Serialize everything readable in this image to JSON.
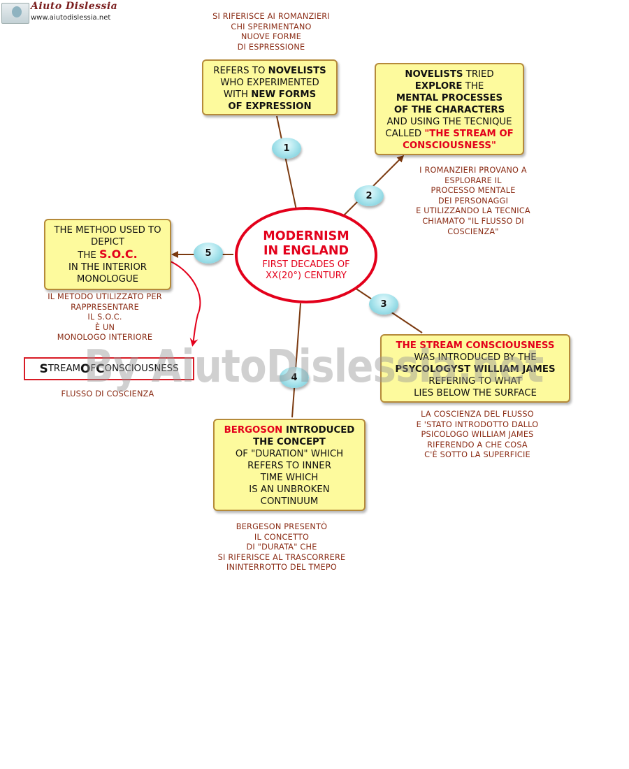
{
  "header": {
    "site_name": "Aiuto Dislessia",
    "site_url": "www.aiutodislessia.net"
  },
  "watermark": "By AiutoDislessia.net",
  "center": {
    "title_line1": "MODERNISM",
    "title_line2": "IN ENGLAND",
    "subtitle_line1": "FIRST DECADES OF",
    "subtitle_line2": "XX(20°) CENTURY"
  },
  "badges": [
    "1",
    "2",
    "3",
    "4",
    "5"
  ],
  "node1": {
    "l1a": "REFERS TO ",
    "l1b": "NOVELISTS",
    "l2": "WHO EXPERIMENTED",
    "l3a": "WITH ",
    "l3b": "NEW FORMS",
    "l4": "OF EXPRESSION",
    "note": [
      "SI RIFERISCE AI ROMANZIERI",
      "CHI SPERIMENTANO",
      "NUOVE FORME",
      "DI ESPRESSIONE"
    ]
  },
  "node2": {
    "l1a": "NOVELISTS",
    "l1b": " TRIED",
    "l2a": "EXPLORE",
    "l2b": " THE",
    "l3": "MENTAL PROCESSES",
    "l4": "OF THE CHARACTERS",
    "l5": "AND USING THE TECNIQUE",
    "l6a": "CALLED ",
    "l6b": "\"THE STREAM OF",
    "l7": "CONSCIOUSNESS\"",
    "note": [
      "I ROMANZIERI PROVANO A",
      "ESPLORARE IL",
      "PROCESSO MENTALE",
      "DEI PERSONAGGI",
      "E UTILIZZANDO LA TECNICA",
      "CHIAMATO \"IL FLUSSO DI",
      "COSCIENZA\""
    ]
  },
  "node3": {
    "l1": "THE STREAM CONSCIOUSNESS",
    "l2": "WAS INTRODUCED BY THE",
    "l3": "PSYCOLOGYST WILLIAM JAMES",
    "l4": "REFERING TO WHAT",
    "l5": "LIES BELOW THE SURFACE",
    "note": [
      "LA COSCIENZA DEL FLUSSO",
      "E 'STATO INTRODOTTO DALLO",
      "PSICOLOGO WILLIAM JAMES",
      "RIFERENDO A CHE COSA",
      "C'È SOTTO LA SUPERFICIE"
    ]
  },
  "node4": {
    "l1a": "BERGOSON",
    "l1b": " INTRODUCED",
    "l2": "THE CONCEPT",
    "l3": "OF \"DURATION\" WHICH",
    "l4": "REFERS TO INNER",
    "l5": "TIME WHICH",
    "l6": "IS AN UNBROKEN",
    "l7": "CONTINUUM",
    "note": [
      "BERGESON PRESENTÒ",
      "IL CONCETTO",
      "DI \"DURATA\" CHE",
      "SI RIFERISCE AL TRASCORRERE",
      "ININTERROTTO DEL TMEPO"
    ]
  },
  "node5": {
    "l1": "THE METHOD USED TO",
    "l2": "DEPICT",
    "l3a": "THE ",
    "l3b": "S.O.C.",
    "l4": "IN THE INTERIOR",
    "l5": "MONOLOGUE",
    "note": [
      "IL METODO UTILIZZATO PER",
      "RAPPRESENTARE",
      "IL S.O.C.",
      "È UN",
      "MONOLOGO INTERIORE"
    ]
  },
  "soc_label": {
    "s": "S",
    "s_rest": "TREAM ",
    "o": "O",
    "o_rest": "F ",
    "c": "C",
    "c_rest": "ONSCIOUSNESS",
    "note": "FLUSSO DI COSCIENZA"
  },
  "colors": {
    "box_fill": "#fdfa9d",
    "box_border": "#b58a3a",
    "accent_red": "#e3001b",
    "note_brown": "#8a2b14",
    "connector": "#7b3a10",
    "badge": "#8fd6e0"
  }
}
